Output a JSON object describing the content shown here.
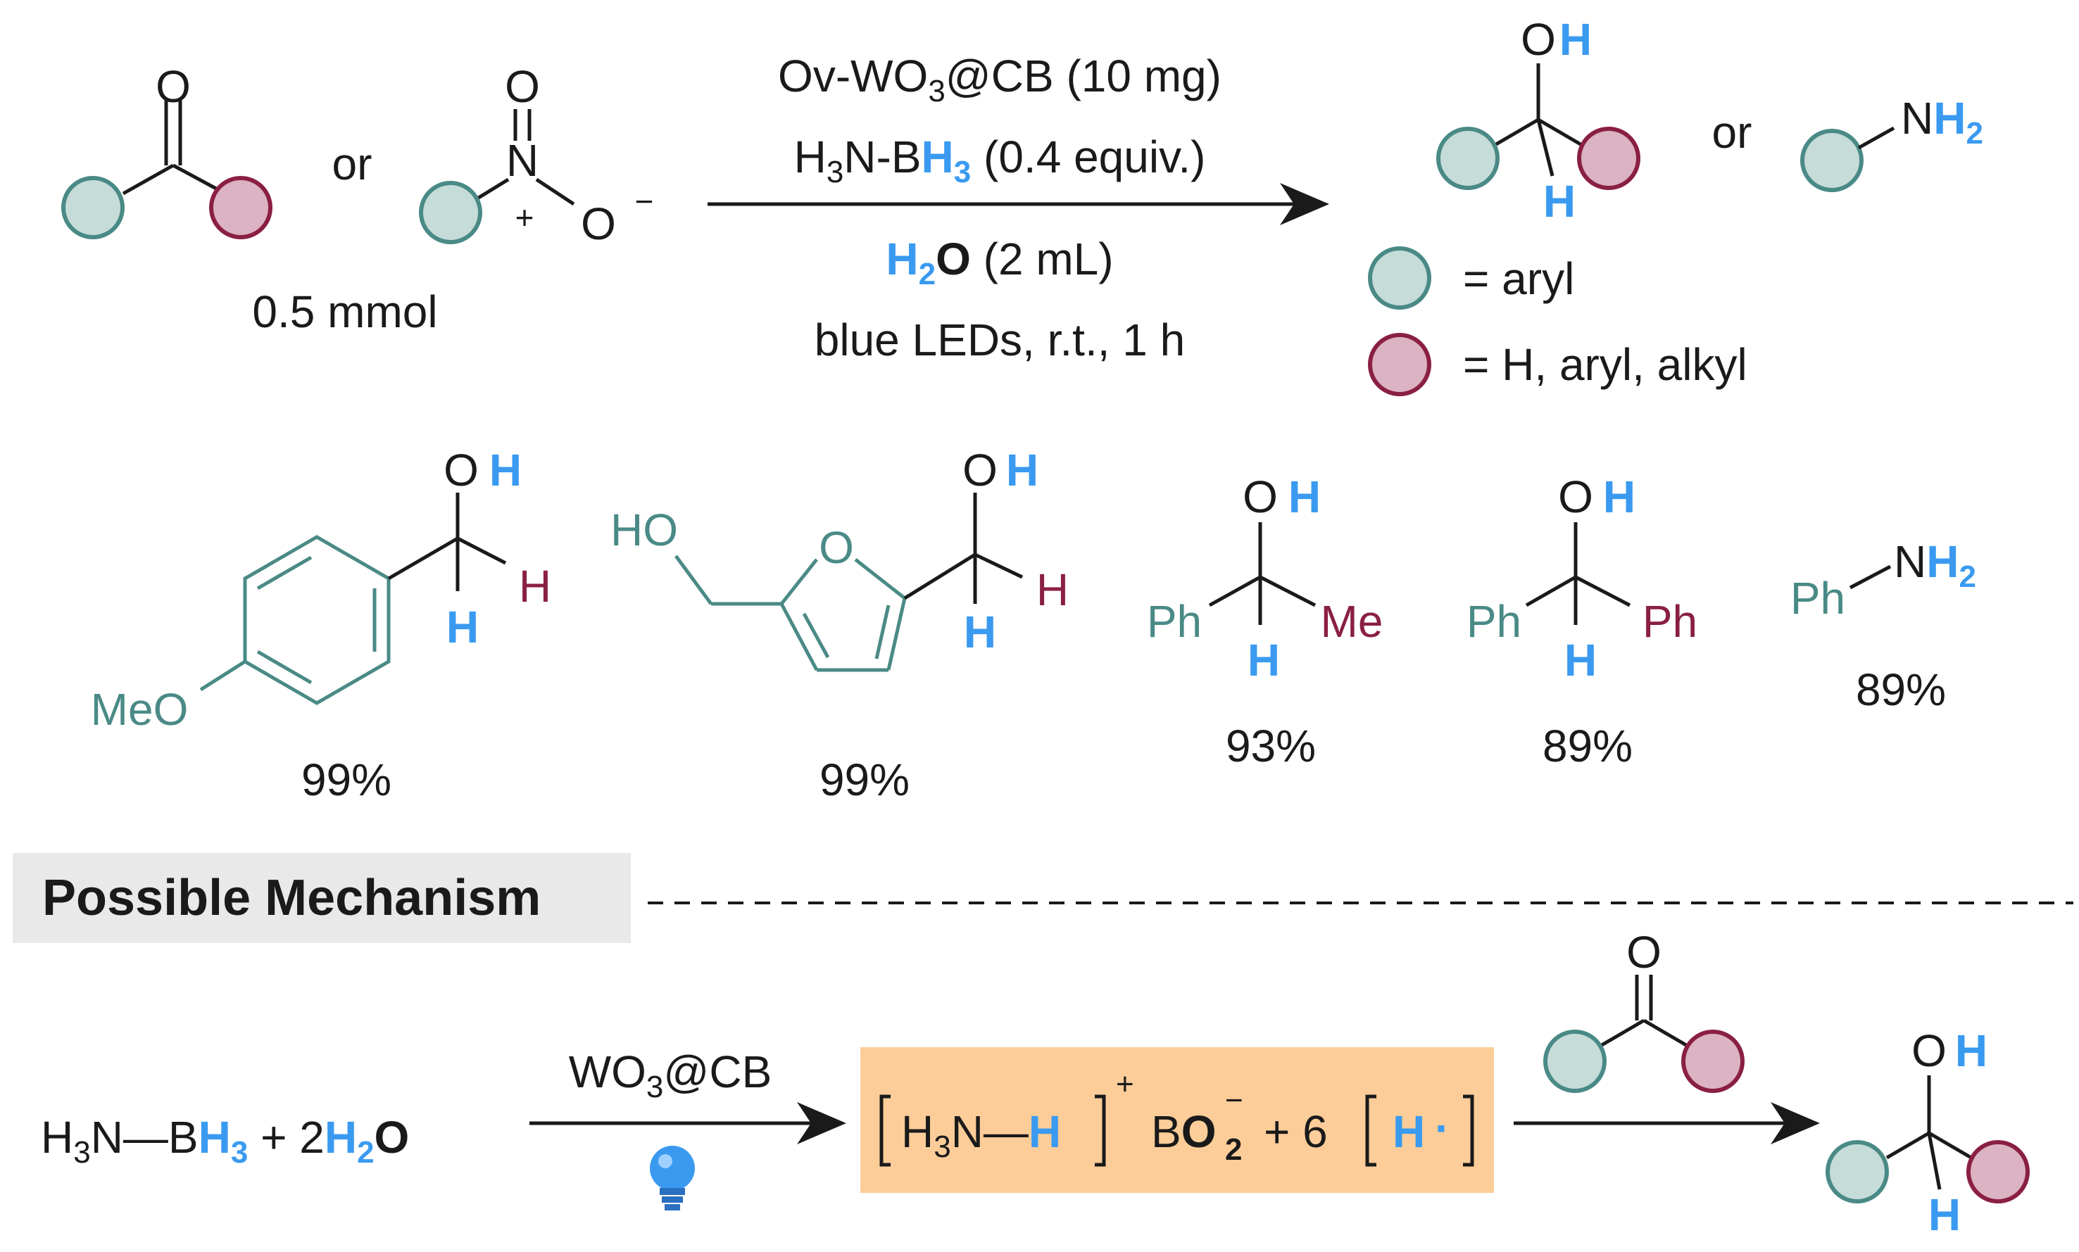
{
  "colors": {
    "aryl_fill": "#c6dcd8",
    "aryl_stroke": "#4a8a86",
    "alkyl_fill": "#dbb3c3",
    "alkyl_stroke": "#8a1f44",
    "teal_text": "#4a8a86",
    "maroon_text": "#8a1f44",
    "blue_text": "#3a9af0",
    "black": "#1a1a1a",
    "box_fill": "#fccd99",
    "header_fill": "#e9e9e9"
  },
  "reaction": {
    "carbonyl_O": "O",
    "or_1": "or",
    "nitro_N": "N",
    "nitro_O_top": "O",
    "nitro_O_minus": "O",
    "nitro_plus": "+",
    "nitro_minus": "−",
    "amount": "0.5 mmol",
    "cond_line1": "Ov-WO",
    "cond_line1_sub": "3",
    "cond_line1_tail": "@CB (10 mg)",
    "cond_line2_a": "H",
    "cond_line2_sub": "3",
    "cond_line2_b": "N-B",
    "cond_line2_H": "H",
    "cond_line2_sub2": "3",
    "cond_line2_tail": " (0.4 equiv.)",
    "cond_line3_H": "H",
    "cond_line3_sub": "2",
    "cond_line3_O": "O",
    "cond_line3_tail": " (2 mL)",
    "cond_line4": "blue LEDs, r.t., 1 h",
    "prod_O": "O",
    "prod_H": "H",
    "prod_H_bottom": "H",
    "or_2": "or",
    "amine_N": "N",
    "amine_H": "H",
    "amine_sub": "2",
    "legend_aryl": "= aryl",
    "legend_alkyl": "= H, aryl, alkyl"
  },
  "examples": {
    "e1_O": "O",
    "e1_H": "H",
    "e1_H_right": "H",
    "e1_H_bottom": "H",
    "e1_MeO": "MeO",
    "e1_yield": "99%",
    "e2_HO": "HO",
    "e2_ringO": "O",
    "e2_O": "O",
    "e2_H": "H",
    "e2_H_right": "H",
    "e2_H_bottom": "H",
    "e2_yield": "99%",
    "e3_O": "O",
    "e3_H": "H",
    "e3_Ph": "Ph",
    "e3_Me": "Me",
    "e3_H_bottom": "H",
    "e3_yield": "93%",
    "e4_O": "O",
    "e4_H": "H",
    "e4_Ph_left": "Ph",
    "e4_Ph_right": "Ph",
    "e4_H_bottom": "H",
    "e4_yield": "89%",
    "e5_Ph": "Ph",
    "e5_N": "N",
    "e5_H": "H",
    "e5_sub": "2",
    "e5_yield": "89%"
  },
  "mechanism": {
    "header": "Possible Mechanism",
    "r_H": "H",
    "r_sub3": "3",
    "r_N_B": "N—B",
    "r_BH": "H",
    "r_BH_sub": "3",
    "r_plus_2": " + 2",
    "r_water_H": "H",
    "r_water_sub": "2",
    "r_water_O": "O",
    "catalyst": "WO",
    "catalyst_sub": "3",
    "catalyst_tail": "@CB",
    "bulb_icon": "lightbulb-icon",
    "box_H": "H",
    "box_sub3": "3",
    "box_N": "N—",
    "box_NH": "H",
    "box_plus": "+",
    "box_B": "B",
    "box_O": "O",
    "box_O_sub": "2",
    "box_minus": "−",
    "box_six": "+ 6",
    "box_radical_H": "H",
    "box_dot": "·",
    "carbonyl_O": "O",
    "prod_O": "O",
    "prod_H": "H",
    "prod_H_bottom": "H"
  }
}
